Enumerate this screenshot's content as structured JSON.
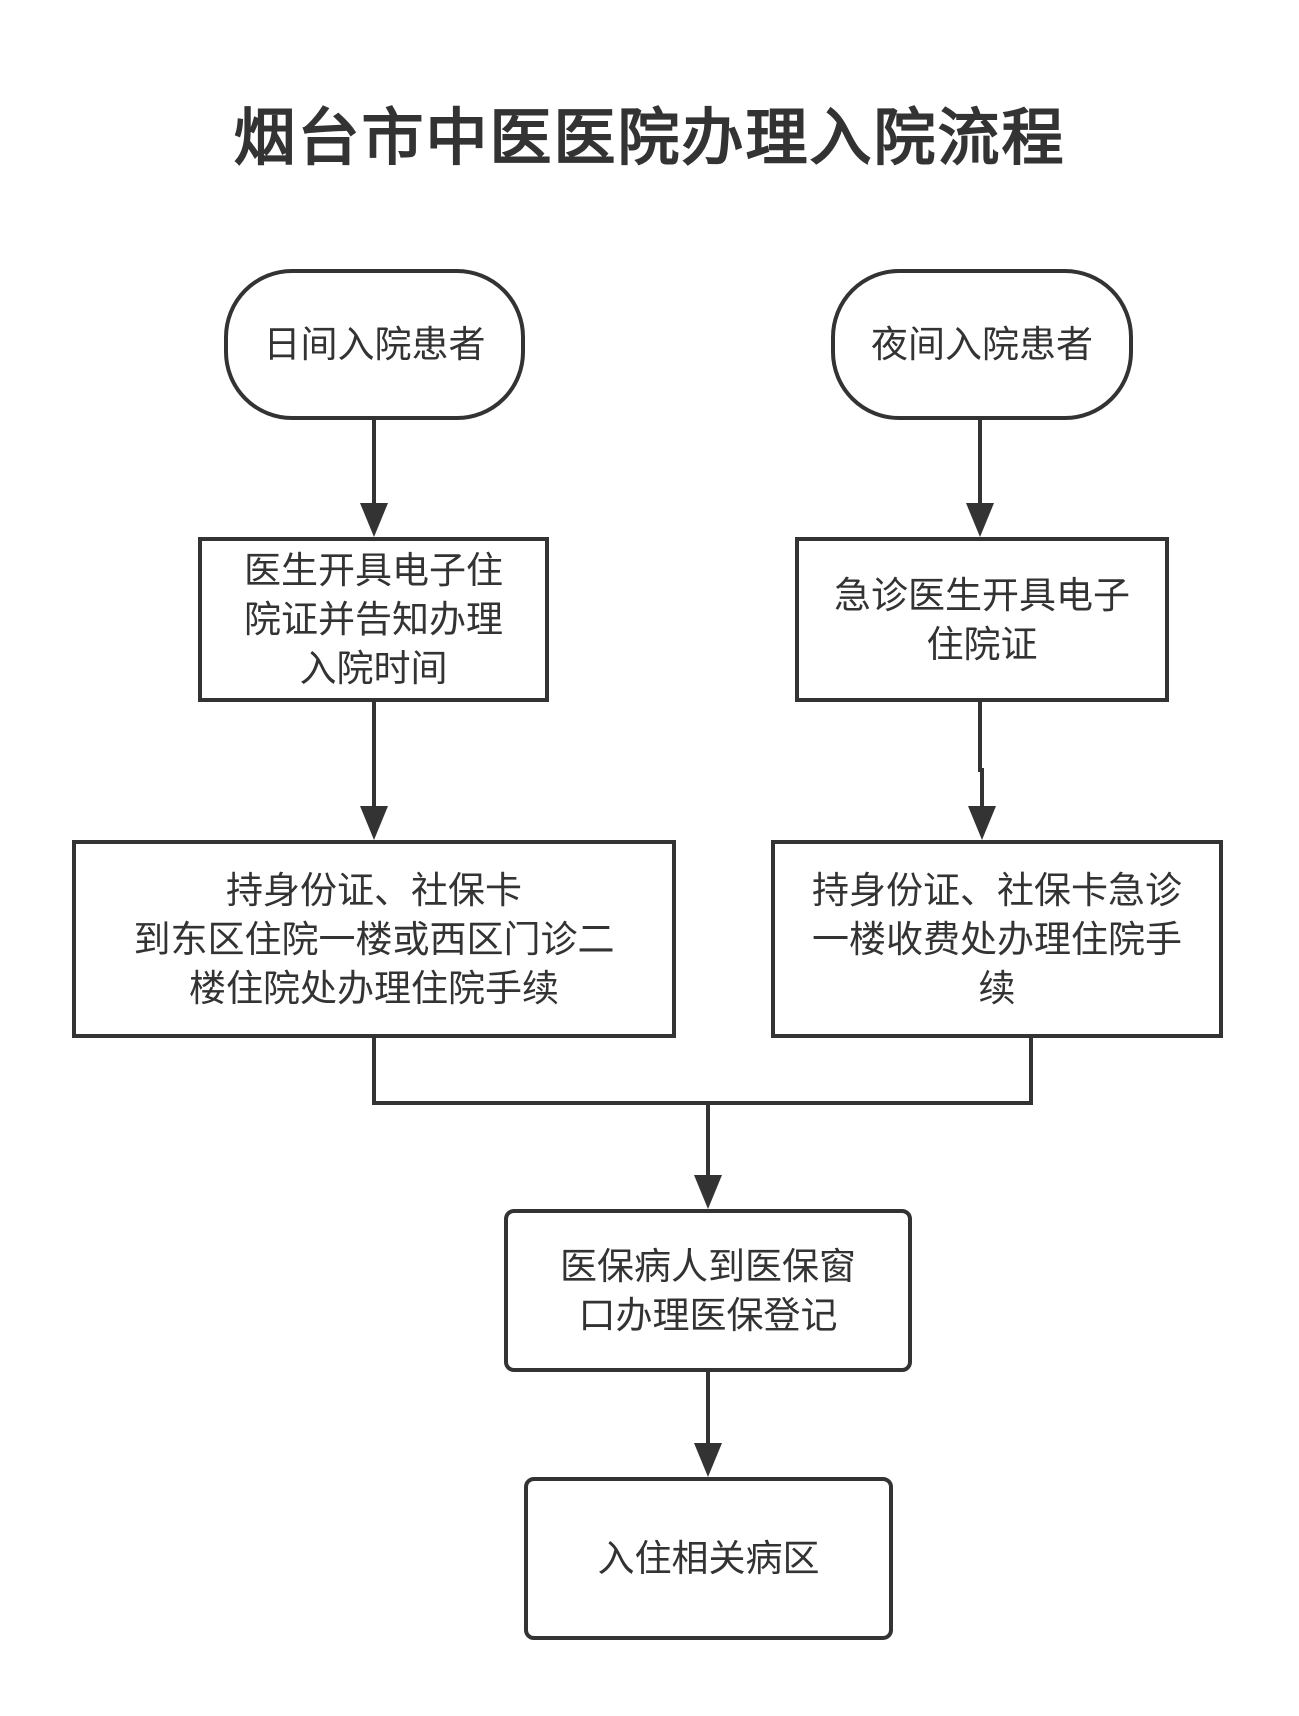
{
  "title": "烟台市中医医院办理入院流程",
  "colors": {
    "stroke": "#333333",
    "text": "#333333",
    "background": "#ffffff"
  },
  "nodes": {
    "day_patient": "日间入院患者",
    "night_patient": "夜间入院患者",
    "day_doctor": "医生开具电子住\n院证并告知办理\n入院时间",
    "night_doctor": "急诊医生开具电子\n住院证",
    "day_admission": "持身份证、社保卡\n到东区住院一楼或西区门诊二\n楼住院处办理住院手续",
    "night_admission": "持身份证、社保卡急诊\n一楼收费处办理住院手\n续",
    "insurance": "医保病人到医保窗\n口办理医保登记",
    "ward": "入住相关病区"
  }
}
